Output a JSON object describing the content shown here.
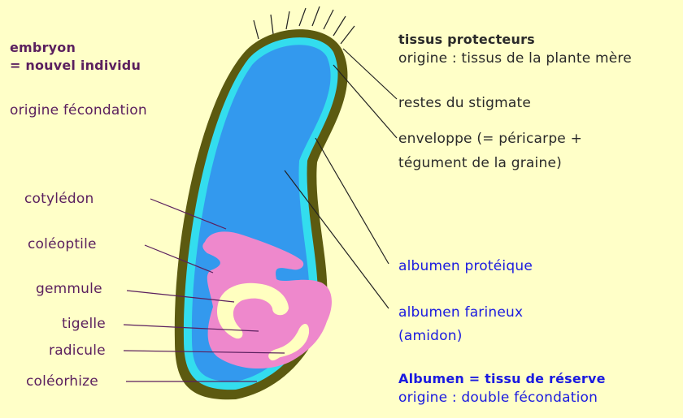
{
  "labels": {
    "embryon_title": "embryon",
    "embryon_sub": "= nouvel individu",
    "embryon_origin": "origine fécondation",
    "tissus_title": "tissus protecteurs",
    "tissus_origin": "origine : tissus de la plante mère",
    "stigmate": "restes du stigmate",
    "enveloppe_1": "enveloppe (= péricarpe +",
    "enveloppe_2": "tégument de la graine)",
    "cotyledon": "cotylédon",
    "coleoptile": "coléoptile",
    "gemmule": "gemmule",
    "tigelle": "tigelle",
    "radicule": "radicule",
    "coleorhize": "coléorhize",
    "albumen_proteique": "albumen protéique",
    "albumen_farineux_1": "albumen farineux",
    "albumen_farineux_2": "(amidon)",
    "albumen_title": "Albumen = tissu de réserve",
    "albumen_origin": "origine : double fécondation"
  },
  "colors": {
    "background": "#ffffc8",
    "envelope": "#5c5a10",
    "aleurone": "#33ddee",
    "albumen": "#3399ee",
    "embryo": "#ee88cc",
    "embryo_inner": "#ffffc0",
    "purple_text": "#5a1f5e",
    "blue_text": "#1a1ae0"
  }
}
